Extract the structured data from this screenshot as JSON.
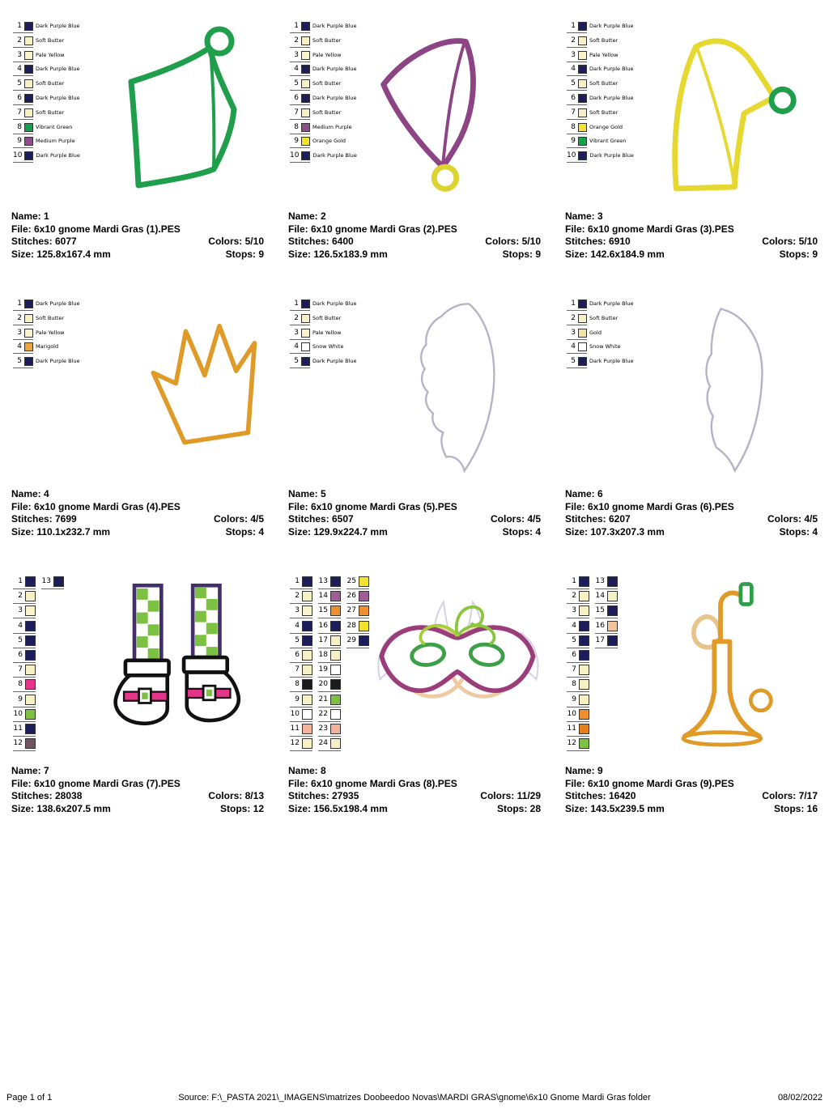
{
  "page": {
    "footer_left": "Page 1 of 1",
    "footer_center": "Source: F:\\_PASTA 2021\\_IMAGENS\\matrizes Doobeedoo Novas\\MARDI GRAS\\gnome\\6x10 Gnome Mardi Gras folder",
    "footer_right": "08/02/2022"
  },
  "accent_colors": {
    "dark_purple_blue": "#1d1d5a",
    "soft_butter": "#f6f1c4",
    "pale_yellow": "#f8f3cb",
    "vibrant_green": "#12a24b",
    "medium_purple": "#8d4d8d",
    "orange_gold": "#f0e22e",
    "marigold": "#f0a43c",
    "snow_white": "#ffffff",
    "gold": "#f1e3a6"
  },
  "designs": [
    {
      "name": "Name: 1",
      "file": "File: 6x10 gnome Mardi Gras (1).PES",
      "stitches": "Stitches: 6077",
      "colors": "Colors: 5/10",
      "size": "Size: 125.8x167.4 mm",
      "stops": "Stops: 9",
      "palette": [
        {
          "n": "1",
          "hex": "#1d1d5a",
          "label": "Dark Purple Blue"
        },
        {
          "n": "2",
          "hex": "#f6f1c4",
          "label": "Soft Butter"
        },
        {
          "n": "3",
          "hex": "#f8f3cb",
          "label": "Pale Yellow"
        },
        {
          "n": "4",
          "hex": "#1d1d5a",
          "label": "Dark Purple Blue"
        },
        {
          "n": "5",
          "hex": "#f6f1c4",
          "label": "Soft Butter"
        },
        {
          "n": "6",
          "hex": "#1d1d5a",
          "label": "Dark Purple Blue"
        },
        {
          "n": "7",
          "hex": "#f6f1c4",
          "label": "Soft Butter"
        },
        {
          "n": "8",
          "hex": "#12a24b",
          "label": "Vibrant Green"
        },
        {
          "n": "9",
          "hex": "#8d4d8d",
          "label": "Medium Purple"
        },
        {
          "n": "10",
          "hex": "#1d1d5a",
          "label": "Dark Purple Blue"
        }
      ]
    },
    {
      "name": "Name: 2",
      "file": "File: 6x10 gnome Mardi Gras (2).PES",
      "stitches": "Stitches: 6400",
      "colors": "Colors: 5/10",
      "size": "Size: 126.5x183.9 mm",
      "stops": "Stops: 9",
      "palette": [
        {
          "n": "1",
          "hex": "#1d1d5a",
          "label": "Dark Purple Blue"
        },
        {
          "n": "2",
          "hex": "#f6f1c4",
          "label": "Soft Butter"
        },
        {
          "n": "3",
          "hex": "#f8f3cb",
          "label": "Pale Yellow"
        },
        {
          "n": "4",
          "hex": "#1d1d5a",
          "label": "Dark Purple Blue"
        },
        {
          "n": "5",
          "hex": "#f6f1c4",
          "label": "Soft Butter"
        },
        {
          "n": "6",
          "hex": "#1d1d5a",
          "label": "Dark Purple Blue"
        },
        {
          "n": "7",
          "hex": "#f6f1c4",
          "label": "Soft Butter"
        },
        {
          "n": "8",
          "hex": "#8d4d8d",
          "label": "Medium Purple"
        },
        {
          "n": "9",
          "hex": "#f0e22e",
          "label": "Orange Gold"
        },
        {
          "n": "10",
          "hex": "#1d1d5a",
          "label": "Dark Purple Blue"
        }
      ]
    },
    {
      "name": "Name: 3",
      "file": "File: 6x10 gnome Mardi Gras (3).PES",
      "stitches": "Stitches: 6910",
      "colors": "Colors: 5/10",
      "size": "Size: 142.6x184.9 mm",
      "stops": "Stops: 9",
      "palette": [
        {
          "n": "1",
          "hex": "#1d1d5a",
          "label": "Dark Purple Blue"
        },
        {
          "n": "2",
          "hex": "#f6f1c4",
          "label": "Soft Butter"
        },
        {
          "n": "3",
          "hex": "#f8f3cb",
          "label": "Pale Yellow"
        },
        {
          "n": "4",
          "hex": "#1d1d5a",
          "label": "Dark Purple Blue"
        },
        {
          "n": "5",
          "hex": "#f6f1c4",
          "label": "Soft Butter"
        },
        {
          "n": "6",
          "hex": "#1d1d5a",
          "label": "Dark Purple Blue"
        },
        {
          "n": "7",
          "hex": "#f6f1c4",
          "label": "Soft Butter"
        },
        {
          "n": "8",
          "hex": "#f0e22e",
          "label": "Orange Gold"
        },
        {
          "n": "9",
          "hex": "#12a24b",
          "label": "Vibrant Green"
        },
        {
          "n": "10",
          "hex": "#1d1d5a",
          "label": "Dark Purple Blue"
        }
      ]
    },
    {
      "name": "Name: 4",
      "file": "File: 6x10 gnome Mardi Gras (4).PES",
      "stitches": "Stitches: 7699",
      "colors": "Colors: 4/5",
      "size": "Size: 110.1x232.7 mm",
      "stops": "Stops: 4",
      "palette": [
        {
          "n": "1",
          "hex": "#1d1d5a",
          "label": "Dark Purple Blue"
        },
        {
          "n": "2",
          "hex": "#f6f1c4",
          "label": "Soft Butter"
        },
        {
          "n": "3",
          "hex": "#f8f3cb",
          "label": "Pale Yellow"
        },
        {
          "n": "4",
          "hex": "#f0a43c",
          "label": "Marigold"
        },
        {
          "n": "5",
          "hex": "#1d1d5a",
          "label": "Dark Purple Blue"
        }
      ]
    },
    {
      "name": "Name: 5",
      "file": "File: 6x10 gnome Mardi Gras (5).PES",
      "stitches": "Stitches: 6507",
      "colors": "Colors: 4/5",
      "size": "Size: 129.9x224.7 mm",
      "stops": "Stops: 4",
      "palette": [
        {
          "n": "1",
          "hex": "#1d1d5a",
          "label": "Dark Purple Blue"
        },
        {
          "n": "2",
          "hex": "#f6f1c4",
          "label": "Soft Butter"
        },
        {
          "n": "3",
          "hex": "#f8f3cb",
          "label": "Pale Yellow"
        },
        {
          "n": "4",
          "hex": "#ffffff",
          "label": "Snow White"
        },
        {
          "n": "5",
          "hex": "#1d1d5a",
          "label": "Dark Purple Blue"
        }
      ]
    },
    {
      "name": "Name: 6",
      "file": "File: 6x10 gnome Mardi Gras (6).PES",
      "stitches": "Stitches: 6207",
      "colors": "Colors: 4/5",
      "size": "Size: 107.3x207.3 mm",
      "stops": "Stops: 4",
      "palette": [
        {
          "n": "1",
          "hex": "#1d1d5a",
          "label": "Dark Purple Blue"
        },
        {
          "n": "2",
          "hex": "#f6f1c4",
          "label": "Soft Butter"
        },
        {
          "n": "3",
          "hex": "#f1e3a6",
          "label": "Gold"
        },
        {
          "n": "4",
          "hex": "#ffffff",
          "label": "Snow White"
        },
        {
          "n": "5",
          "hex": "#1d1d5a",
          "label": "Dark Purple Blue"
        }
      ]
    },
    {
      "name": "Name: 7",
      "file": "File: 6x10 gnome Mardi Gras (7).PES",
      "stitches": "Stitches: 28038",
      "colors": "Colors: 8/13",
      "size": "Size: 138.6x207.5 mm",
      "stops": "Stops: 12",
      "palette": [
        {
          "n": "1",
          "hex": "#1d1d5a"
        },
        {
          "n": "2",
          "hex": "#f6f1c4"
        },
        {
          "n": "3",
          "hex": "#f8f3cb"
        },
        {
          "n": "4",
          "hex": "#1d1d5a"
        },
        {
          "n": "5",
          "hex": "#1d1d5a"
        },
        {
          "n": "6",
          "hex": "#1d1d5a"
        },
        {
          "n": "7",
          "hex": "#f6f1c4"
        },
        {
          "n": "8",
          "hex": "#e3368b"
        },
        {
          "n": "9",
          "hex": "#f6f1c4"
        },
        {
          "n": "10",
          "hex": "#7cc142"
        },
        {
          "n": "11",
          "hex": "#1d1d5a"
        },
        {
          "n": "12",
          "hex": "#6e5560"
        },
        {
          "n": "13",
          "hex": "#1d1d5a"
        }
      ]
    },
    {
      "name": "Name: 8",
      "file": "File: 6x10 gnome Mardi Gras (8).PES",
      "stitches": "Stitches: 27935",
      "colors": "Colors: 11/29",
      "size": "Size: 156.5x198.4 mm",
      "stops": "Stops: 28",
      "palette": [
        {
          "n": "1",
          "hex": "#1d1d5a"
        },
        {
          "n": "2",
          "hex": "#f6f1c4"
        },
        {
          "n": "3",
          "hex": "#f8f3cb"
        },
        {
          "n": "4",
          "hex": "#1d1d5a"
        },
        {
          "n": "5",
          "hex": "#1d1d5a"
        },
        {
          "n": "6",
          "hex": "#f6f1c4"
        },
        {
          "n": "7",
          "hex": "#f6f1c4"
        },
        {
          "n": "8",
          "hex": "#1b1b1b"
        },
        {
          "n": "9",
          "hex": "#f6f1c4"
        },
        {
          "n": "10",
          "hex": "#ffffff"
        },
        {
          "n": "11",
          "hex": "#f2b39c"
        },
        {
          "n": "12",
          "hex": "#f6f1c4"
        },
        {
          "n": "13",
          "hex": "#1d1d5a"
        },
        {
          "n": "14",
          "hex": "#a05c94"
        },
        {
          "n": "15",
          "hex": "#ef8d2f"
        },
        {
          "n": "16",
          "hex": "#1d1d5a"
        },
        {
          "n": "17",
          "hex": "#f6f1c4"
        },
        {
          "n": "18",
          "hex": "#f6f1c4"
        },
        {
          "n": "19",
          "hex": "#ffffff"
        },
        {
          "n": "20",
          "hex": "#1b1b1b"
        },
        {
          "n": "21",
          "hex": "#7cc142"
        },
        {
          "n": "22",
          "hex": "#ffffff"
        },
        {
          "n": "23",
          "hex": "#f2b39c"
        },
        {
          "n": "24",
          "hex": "#f6f1c4"
        },
        {
          "n": "25",
          "hex": "#f0e22e"
        },
        {
          "n": "26",
          "hex": "#a05c94"
        },
        {
          "n": "27",
          "hex": "#ef8d2f"
        },
        {
          "n": "28",
          "hex": "#f0e22e"
        },
        {
          "n": "29",
          "hex": "#1d1d5a"
        }
      ]
    },
    {
      "name": "Name: 9",
      "file": "File: 6x10 gnome Mardi Gras (9).PES",
      "stitches": "Stitches: 16420",
      "colors": "Colors: 7/17",
      "size": "Size: 143.5x239.5 mm",
      "stops": "Stops: 16",
      "palette": [
        {
          "n": "1",
          "hex": "#1d1d5a"
        },
        {
          "n": "2",
          "hex": "#f6f1c4"
        },
        {
          "n": "3",
          "hex": "#f6f1c4"
        },
        {
          "n": "4",
          "hex": "#1d1d5a"
        },
        {
          "n": "5",
          "hex": "#1d1d5a"
        },
        {
          "n": "6",
          "hex": "#1d1d5a"
        },
        {
          "n": "7",
          "hex": "#f6f1c4"
        },
        {
          "n": "8",
          "hex": "#f6f1c4"
        },
        {
          "n": "9",
          "hex": "#f6f1c4"
        },
        {
          "n": "10",
          "hex": "#ef8d2f"
        },
        {
          "n": "11",
          "hex": "#e87f1f"
        },
        {
          "n": "12",
          "hex": "#7cc142"
        },
        {
          "n": "13",
          "hex": "#1d1d5a"
        },
        {
          "n": "14",
          "hex": "#f6f1c4"
        },
        {
          "n": "15",
          "hex": "#1d1d5a"
        },
        {
          "n": "16",
          "hex": "#f2c49c"
        },
        {
          "n": "17",
          "hex": "#1d1d5a"
        }
      ]
    }
  ]
}
